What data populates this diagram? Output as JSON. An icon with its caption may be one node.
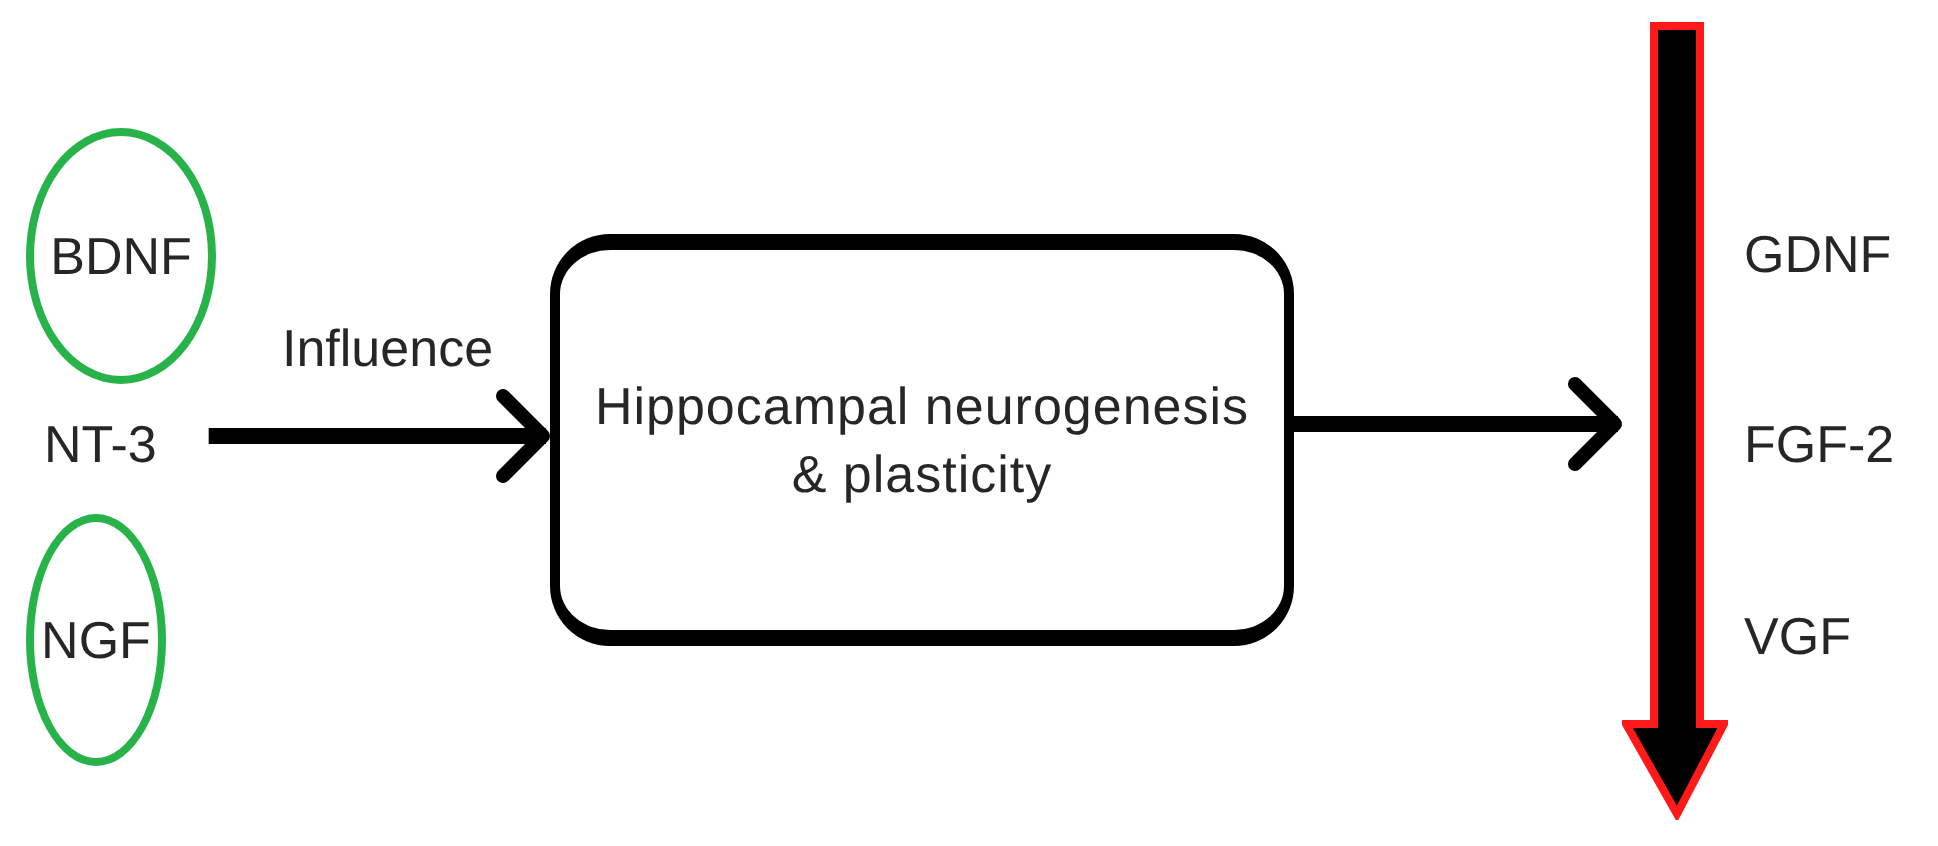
{
  "diagram": {
    "nodes": [
      {
        "text": [
          "BDNF"
        ]
      },
      {
        "text": [
          "NT-3"
        ]
      },
      {
        "text": [
          "NGF"
        ]
      },
      {
        "text": [
          "Hippocampal neurogenesis & plasticity"
        ]
      },
      {
        "text": [],
        "shape": "arrow",
        "beside": [
          "GDNF",
          "FGF-2",
          "VGF"
        ]
      }
    ],
    "edges": [
      {
        "from": 1,
        "to": 3,
        "arrow": "to",
        "label": "Influence"
      },
      {
        "from": 3,
        "to": 4,
        "arrow": "to"
      }
    ]
  }
}
